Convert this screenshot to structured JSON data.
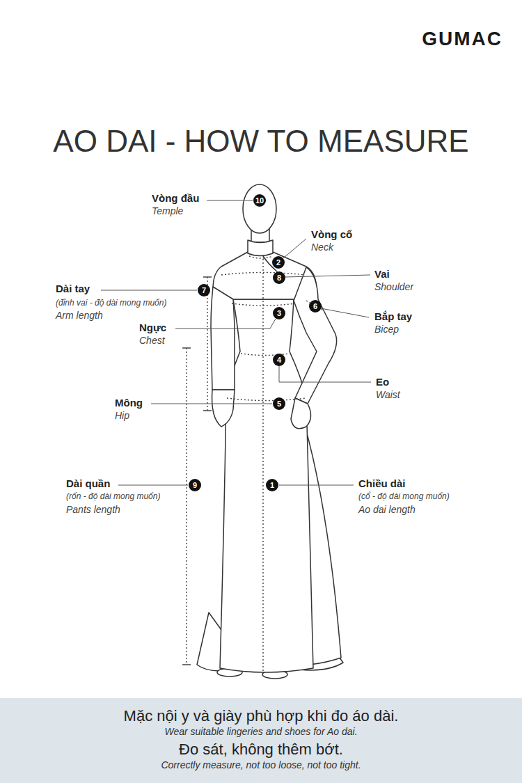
{
  "diagram": {
    "title": "AO DAI - HOW TO MEASURE",
    "nodes": [
      {
        "text": [
          "Mặc nội y và giày phù hợp khi đo áo dài.",
          "Wear suitable lingeries and shoes for Ao dai.",
          "Đo sát, không thêm bớt.",
          "Correctly measure, not too loose, not too tight."
        ]
      }
    ],
    "labels": [
      "GUMAC",
      "Vòng đầu",
      "Temple",
      "10",
      "Vòng cổ",
      "Neck",
      "2",
      "Vai",
      "Shoulder",
      "8",
      "Dài tay",
      "(đỉnh vai - độ dài mong muốn)",
      "Arm length",
      "7",
      "Bắp tay",
      "Bicep",
      "6",
      "Ngực",
      "Chest",
      "3",
      "Eo",
      "Waist",
      "4",
      "Mông",
      "Hip",
      "5",
      "Dài quần",
      "(rốn - độ dài mong muốn)",
      "Pants length",
      "9",
      "Chiều dài",
      "(cổ - độ dài mong muốn)",
      "Ao dai length",
      "1"
    ]
  }
}
